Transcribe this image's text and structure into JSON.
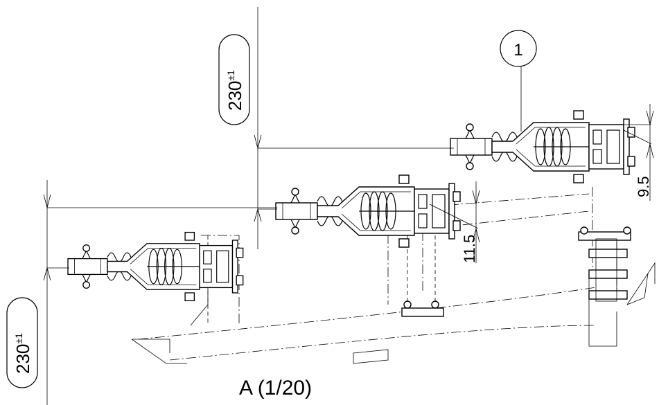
{
  "view_caption": "A (1/20)",
  "balloon": {
    "number": "1"
  },
  "dimensions": {
    "upper_left": {
      "value": "230",
      "tolerance": "±1"
    },
    "lower_left": {
      "value": "230",
      "tolerance": "±1"
    },
    "middle_gap": "11.5",
    "right_gap": "9.5"
  }
}
